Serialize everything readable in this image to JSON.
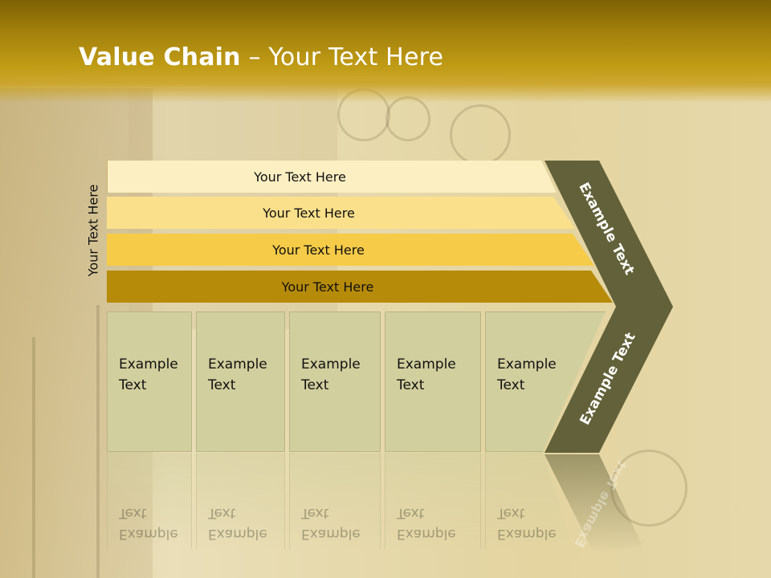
{
  "title": {
    "bold": "Value Chain",
    "rest": " – Your Text Here"
  },
  "vertical_label": "Your Text Here",
  "bands": [
    {
      "label": "Your Text Here",
      "color": "#fcefc2"
    },
    {
      "label": "Your Text Here",
      "color": "#fbe08b"
    },
    {
      "label": "Your Text Here",
      "color": "#f6cb48"
    },
    {
      "label": "Your Text Here",
      "color": "#b78b0a"
    }
  ],
  "boxes": [
    {
      "label": "Example\nText"
    },
    {
      "label": "Example\nText"
    },
    {
      "label": "Example\nText"
    },
    {
      "label": "Example\nText"
    },
    {
      "label": "Example\nText"
    }
  ],
  "chevron": {
    "top_label": "Example Text",
    "bottom_label": "Example Text",
    "color": "#636139"
  },
  "colors": {
    "header": "#a2800c",
    "box_fill": "#d2cf9e"
  }
}
